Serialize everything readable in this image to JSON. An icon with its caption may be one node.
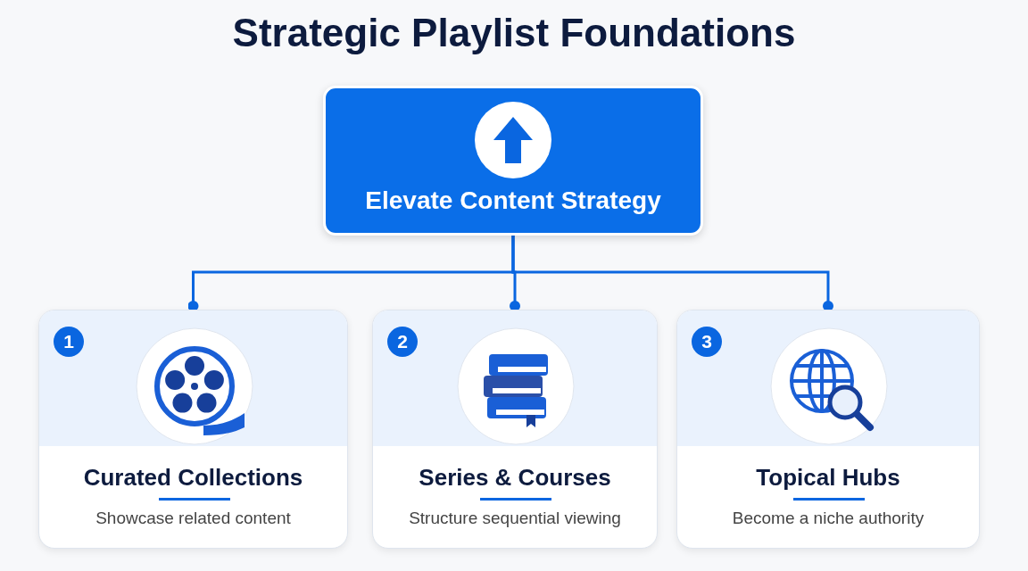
{
  "diagram": {
    "title": "Strategic Playlist Foundations",
    "nodes": [
      {
        "text": [
          "Elevate Content Strategy"
        ]
      },
      {
        "text": [
          "1",
          "Curated Collections",
          "Showcase related content"
        ]
      },
      {
        "text": [
          "2",
          "Series & Courses",
          "Structure sequential viewing"
        ]
      },
      {
        "text": [
          "3",
          "Topical Hubs",
          "Become a niche authority"
        ]
      }
    ],
    "edges": [
      {
        "from": 0,
        "to": 1,
        "arrow": "other"
      },
      {
        "from": 0,
        "to": 2,
        "arrow": "other"
      },
      {
        "from": 0,
        "to": 3,
        "arrow": "other"
      }
    ]
  }
}
